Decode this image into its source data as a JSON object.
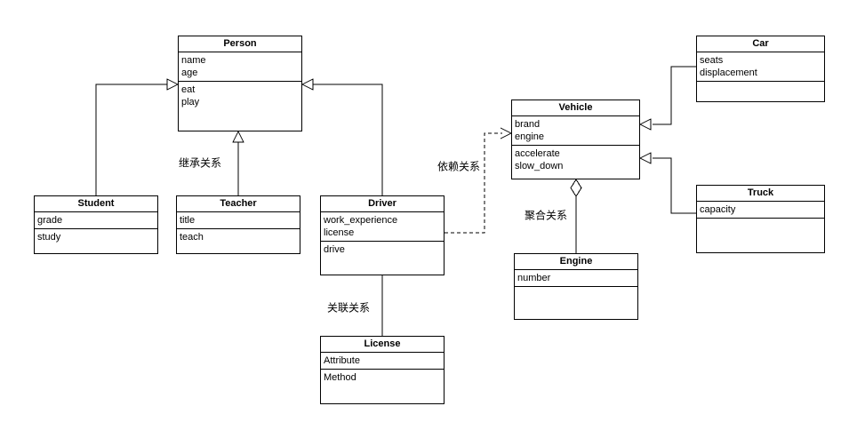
{
  "diagram": {
    "type": "uml-class-diagram",
    "colors": {
      "stroke": "#000000",
      "fill": "#ffffff"
    },
    "classes": [
      {
        "id": "person",
        "title": "Person",
        "attributes": [
          "name",
          "age"
        ],
        "methods": [
          "eat",
          "play"
        ]
      },
      {
        "id": "student",
        "title": "Student",
        "attributes": [
          "grade"
        ],
        "methods": [
          "study"
        ]
      },
      {
        "id": "teacher",
        "title": "Teacher",
        "attributes": [
          "title"
        ],
        "methods": [
          "teach"
        ]
      },
      {
        "id": "driver",
        "title": "Driver",
        "attributes": [
          "work_experience",
          "license"
        ],
        "methods": [
          "drive"
        ]
      },
      {
        "id": "vehicle",
        "title": "Vehicle",
        "attributes": [
          "brand",
          "engine"
        ],
        "methods": [
          "accelerate",
          "slow_down"
        ]
      },
      {
        "id": "car",
        "title": "Car",
        "attributes": [
          "seats",
          "displacement"
        ],
        "methods": []
      },
      {
        "id": "truck",
        "title": "Truck",
        "attributes": [
          "capacity"
        ],
        "methods": []
      },
      {
        "id": "engine",
        "title": "Engine",
        "attributes": [
          "number"
        ],
        "methods": []
      },
      {
        "id": "license",
        "title": "License",
        "attributes": [
          "Attribute"
        ],
        "methods": [
          "Method"
        ]
      }
    ],
    "edges": [
      {
        "from": "Student",
        "to": "Person",
        "type": "inheritance",
        "label": ""
      },
      {
        "from": "Teacher",
        "to": "Person",
        "type": "inheritance",
        "label": "继承关系"
      },
      {
        "from": "Driver",
        "to": "Person",
        "type": "inheritance",
        "label": ""
      },
      {
        "from": "Driver",
        "to": "Vehicle",
        "type": "dependency",
        "label": "依赖关系"
      },
      {
        "from": "Car",
        "to": "Vehicle",
        "type": "inheritance",
        "label": ""
      },
      {
        "from": "Truck",
        "to": "Vehicle",
        "type": "inheritance",
        "label": ""
      },
      {
        "from": "Engine",
        "to": "Vehicle",
        "type": "aggregation",
        "label": "聚合关系"
      },
      {
        "from": "Driver",
        "to": "License",
        "type": "association",
        "label": "关联关系"
      }
    ]
  }
}
